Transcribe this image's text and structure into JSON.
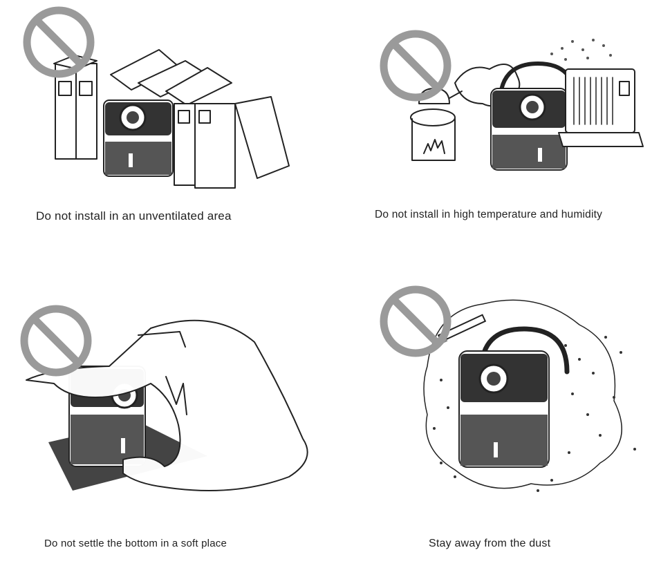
{
  "warnings": [
    {
      "caption": "Do not install in an unventilated area",
      "icon": "prohibited-icon"
    },
    {
      "caption": "Do not install in high temperature and humidity",
      "icon": "prohibited-icon"
    },
    {
      "caption": "Do not settle the bottom in a soft place",
      "icon": "prohibited-icon"
    },
    {
      "caption": "Stay away from the dust",
      "icon": "prohibited-icon"
    }
  ]
}
